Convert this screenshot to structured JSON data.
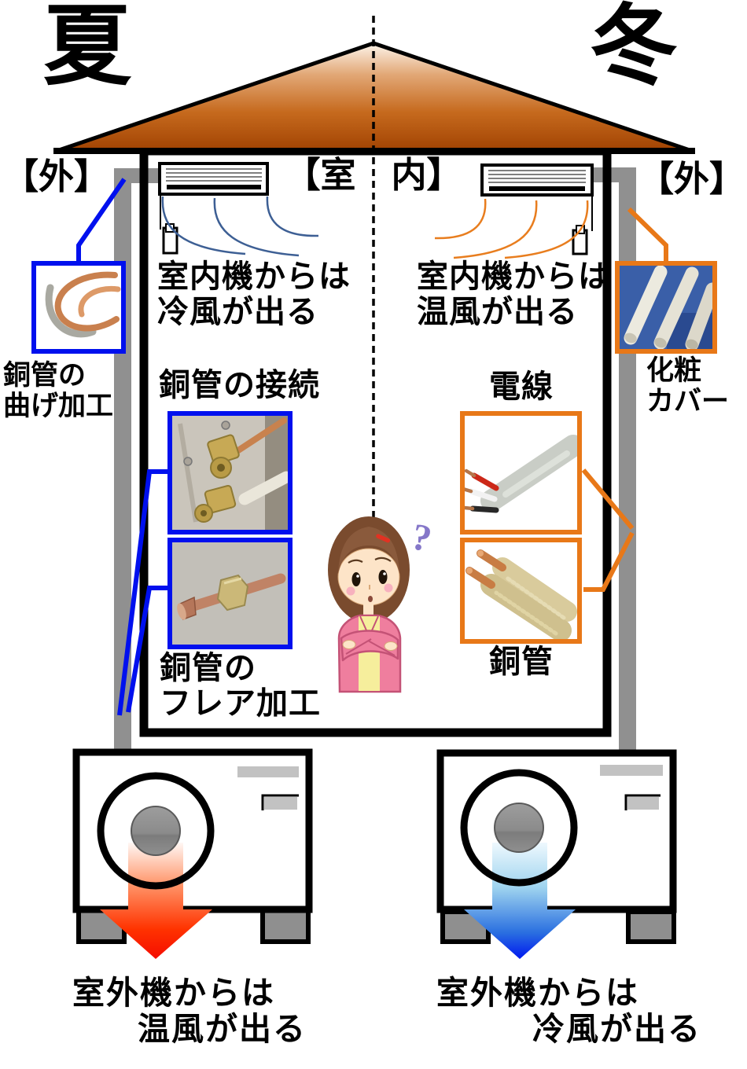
{
  "headings": {
    "summer": "夏",
    "winter": "冬"
  },
  "labels": {
    "outside_left": "【外】",
    "room": "【室　内】",
    "outside_right": "【外】",
    "indoor_cool_line1": "室内機からは",
    "indoor_cool_line2": "冷風が出る",
    "indoor_warm_line1": "室内機からは",
    "indoor_warm_line2": "温風が出る",
    "pipe_bending_line1": "銅管の",
    "pipe_bending_line2": "曲げ加工",
    "pipe_connection": "銅管の接続",
    "pipe_flare_line1": "銅管の",
    "pipe_flare_line2": "フレア加工",
    "electric_wire": "電線",
    "copper_pipe": "銅管",
    "cover_line1": "化粧",
    "cover_line2": "カバー",
    "outdoor_warm_line1": "室外機からは",
    "outdoor_warm_line2": "温風が出る",
    "outdoor_cool_line1": "室外機からは",
    "outdoor_cool_line2": "冷風が出る",
    "question_mark": "?"
  },
  "icons": {
    "pipe_bending_photo": "bent-copper-pipes-photo",
    "pipe_connection_photo": "brass-valve-connection-photo",
    "pipe_flare_photo": "flared-pipe-with-nut-photo",
    "electric_wire_photo": "vvf-cable-photo",
    "copper_pipe_photo": "insulated-copper-pipes-photo",
    "cover_photo": "white-duct-covers-photo"
  },
  "colors": {
    "roof_orange": "#b55a10",
    "frame_blue": "#0010ee",
    "frame_orange": "#e87818",
    "hot_arrow_red": "#ff1400",
    "cold_arrow_blue": "#0018f0",
    "pipe_gray": "#909090",
    "cool_airflow": "#3d5f94",
    "warm_airflow": "#e87d1e",
    "question_purple": "#8577c9"
  }
}
